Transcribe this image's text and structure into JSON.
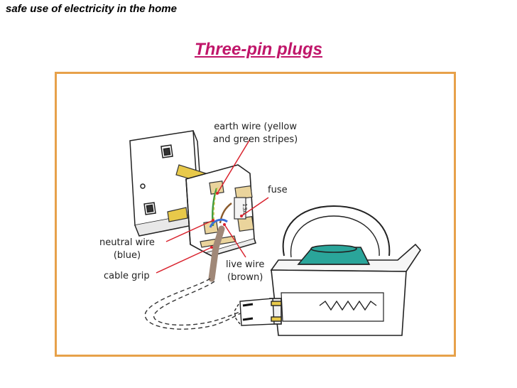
{
  "header": "safe use of electricity in the home",
  "title": "Three-pin plugs",
  "colors": {
    "title": "#c0166a",
    "frame": "#e7a14a",
    "pointer": "#d9232e",
    "kettle_lid": "#2aa59a",
    "pin": "#e8c94a"
  },
  "labels": {
    "earth_line1": "earth wire (yellow",
    "earth_line2": "and green stripes)",
    "fuse": "fuse",
    "neutral_line1": "neutral wire",
    "neutral_line2": "(blue)",
    "live_line1": "live wire",
    "live_line2": "(brown)",
    "cable_grip": "cable grip"
  },
  "fuse_rating": "13A"
}
